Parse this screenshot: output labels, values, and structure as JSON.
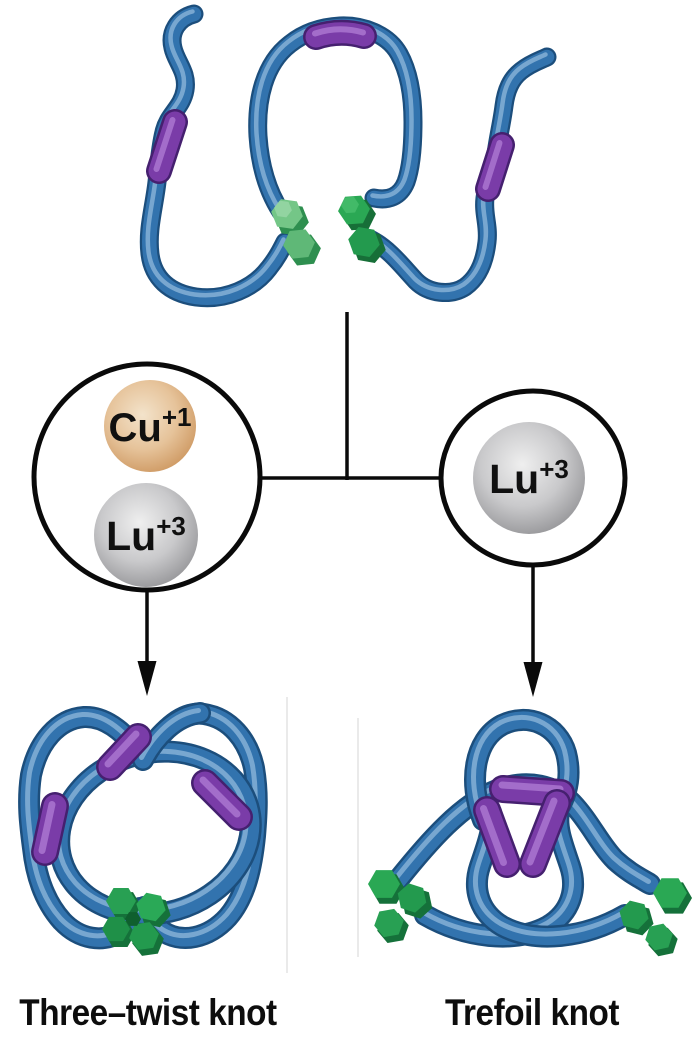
{
  "reagents": {
    "left_circle": {
      "ions": [
        {
          "symbol": "Cu",
          "charge": "+1",
          "sphere_color": "#e3bd93"
        },
        {
          "symbol": "Lu",
          "charge": "+3",
          "sphere_color": "#c6c6c8"
        }
      ]
    },
    "right_circle": {
      "ions": [
        {
          "symbol": "Lu",
          "charge": "+3",
          "sphere_color": "#c6c6c8"
        }
      ]
    }
  },
  "products": {
    "left": {
      "label": "Three–twist knot"
    },
    "right": {
      "label": "Trefoil knot"
    }
  },
  "colors": {
    "strand_blue": "#3273ae",
    "strand_blue_dark": "#1c4e7c",
    "binder_band_purple": "#7a3ca8",
    "ligand_cluster_green": "#28a053",
    "ligand_cluster_green_light": "#74c687",
    "copper_sphere": "#e3bd93",
    "lutetium_sphere": "#c6c6c8",
    "line_black": "#0a0a0a",
    "background": "#ffffff"
  }
}
